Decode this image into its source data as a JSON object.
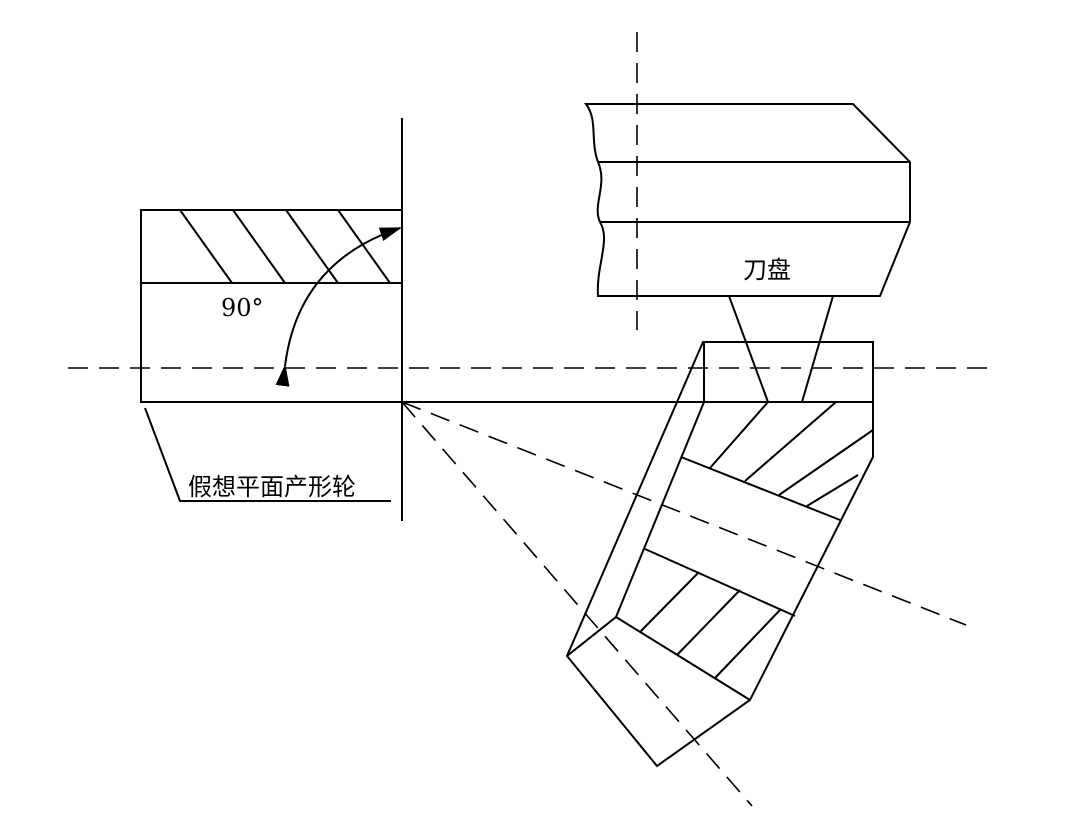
{
  "labels": {
    "angle": "90°",
    "cutter_head": "刀盘",
    "virtual_generating_gear": "假想平面产形轮"
  }
}
